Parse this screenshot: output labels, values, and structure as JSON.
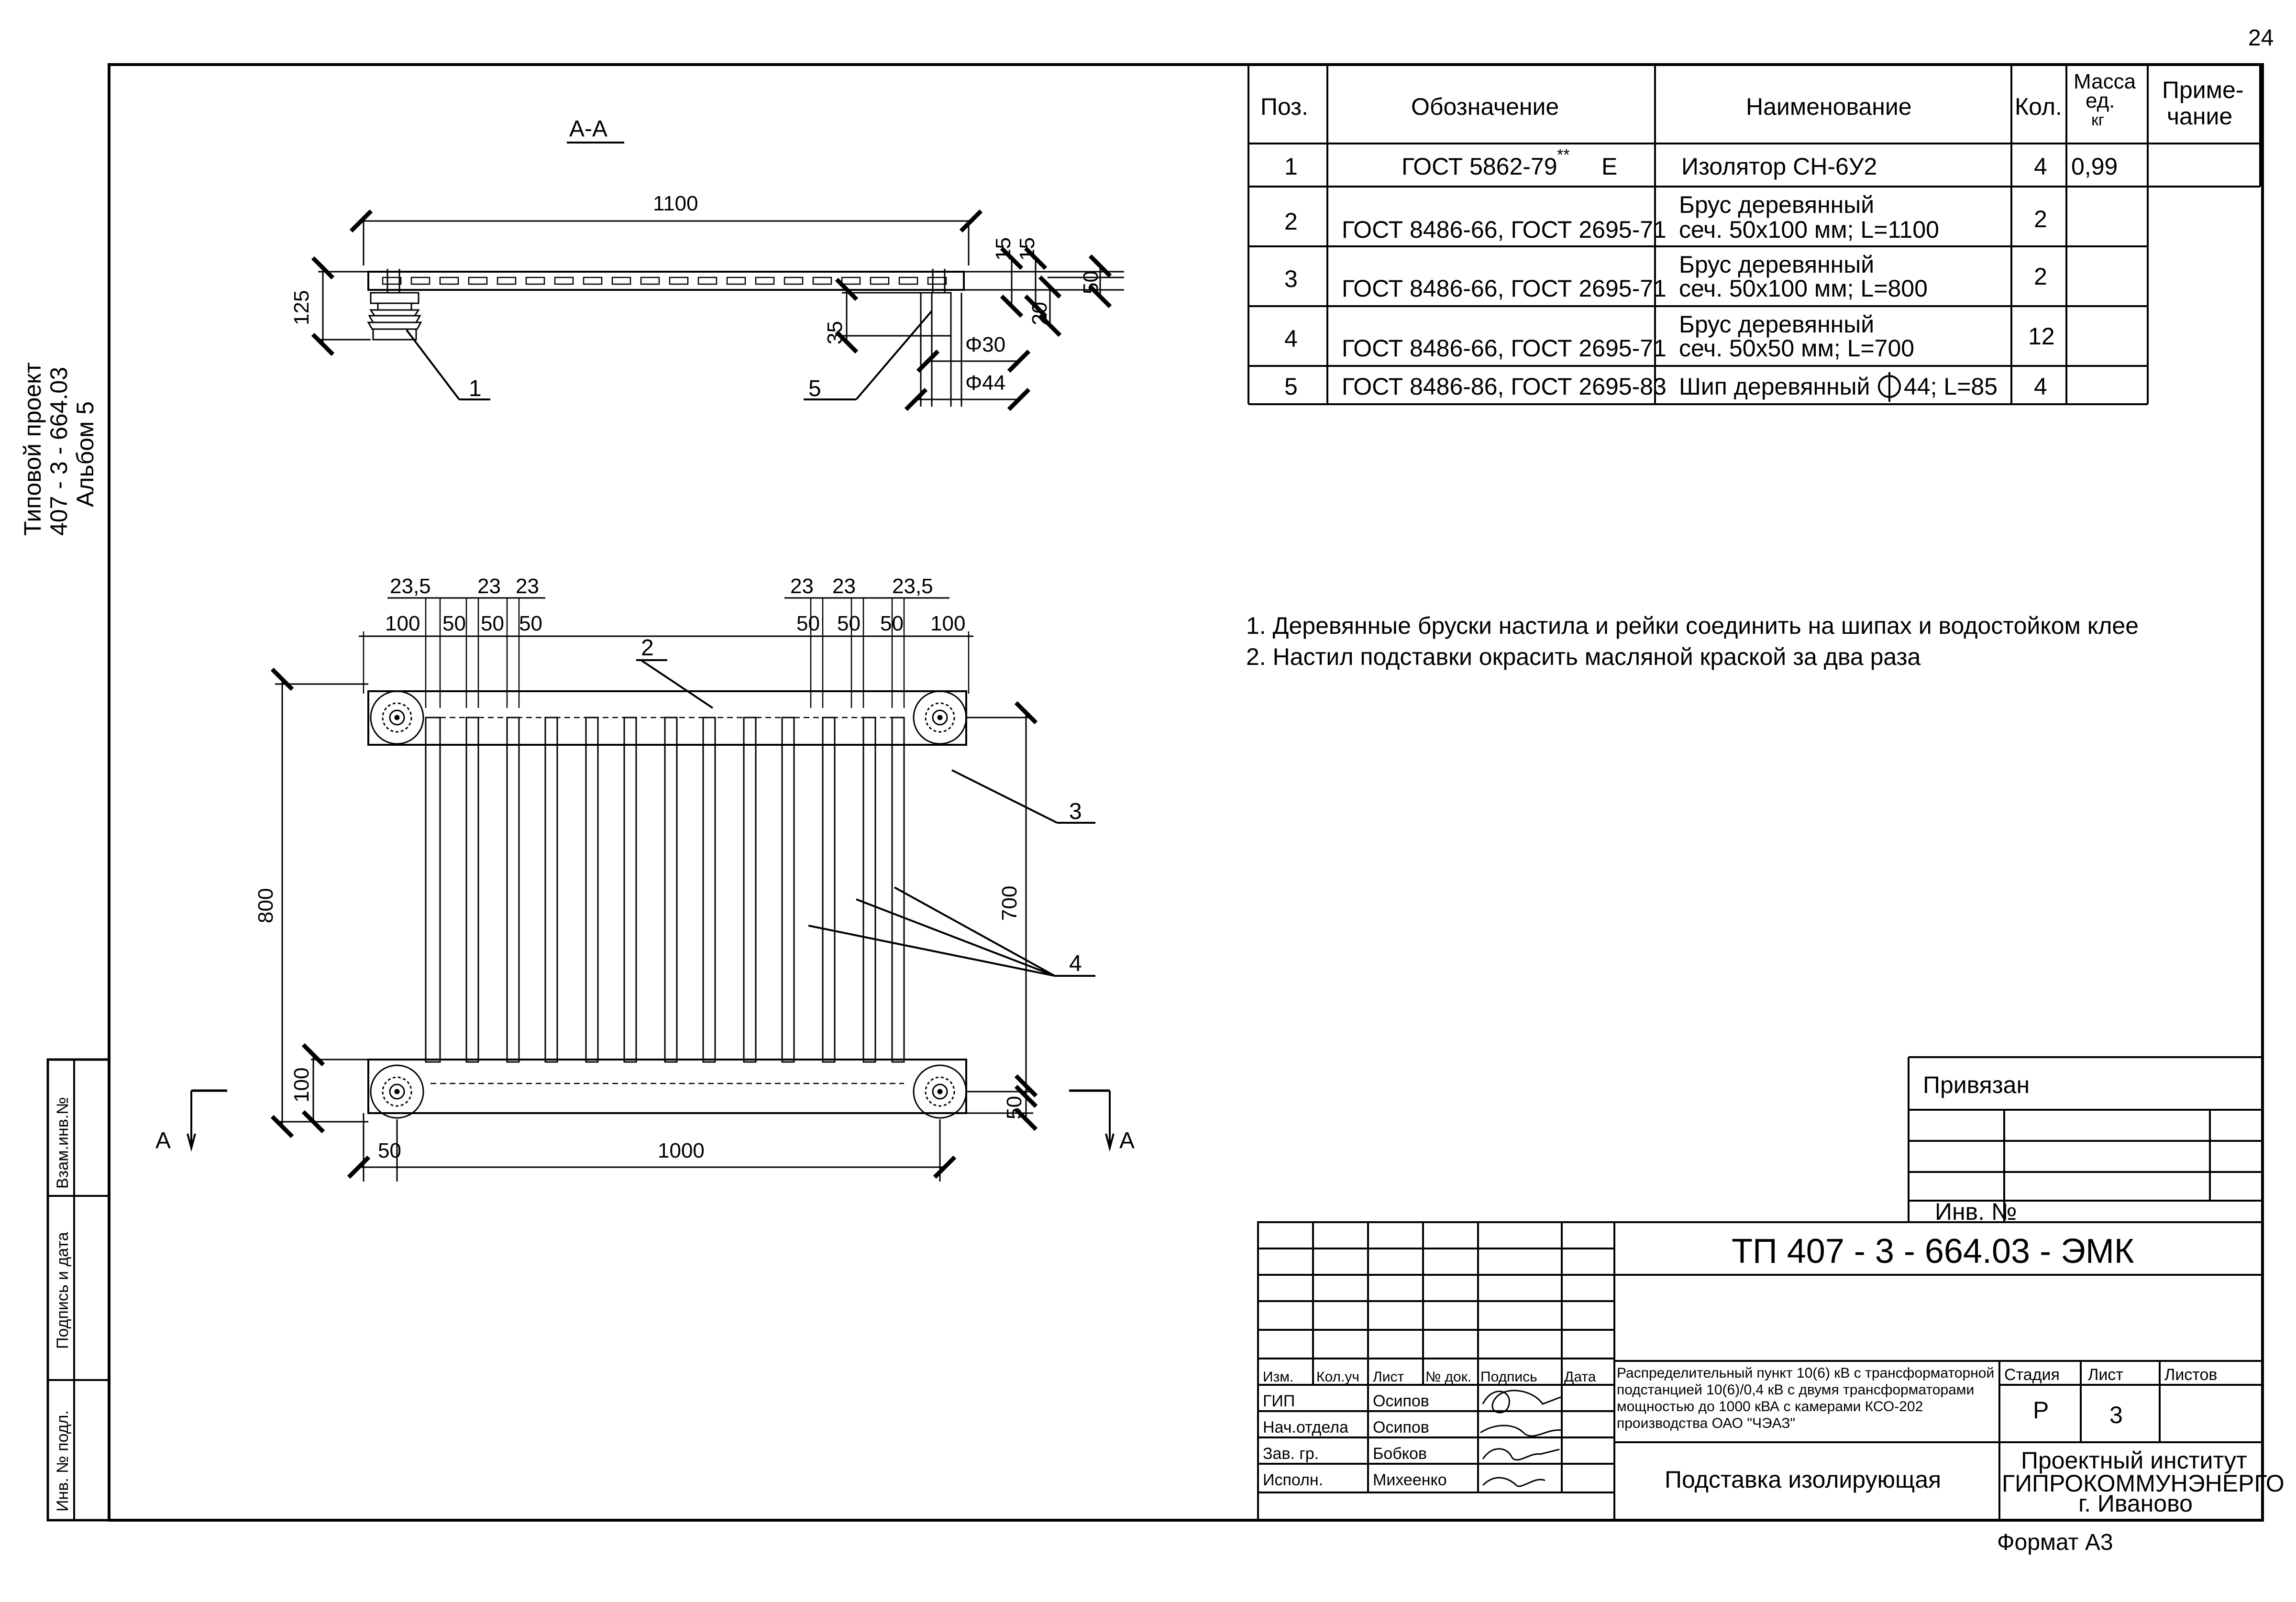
{
  "page_number": "24",
  "format_label": "Формат А3",
  "side_label": {
    "line1": "Типовой проект",
    "line2": "407 - 3 - 664.03",
    "line3": "Альбом 5"
  },
  "side_stamp": {
    "vzam": "Взам.инв.№",
    "podpis": "Подпись и дата",
    "inv_podl": "Инв. № подл."
  },
  "section": {
    "title": "А-А",
    "dim_1100": "1100",
    "dim_125": "125",
    "dim_15a": "15",
    "dim_15b": "15",
    "dim_50": "50",
    "dim_20": "20",
    "dim_35": "35",
    "dim_f30": "Φ30",
    "dim_f44": "Φ44",
    "callout_1": "1",
    "callout_5": "5"
  },
  "plan": {
    "top_dims_row1": [
      "23,5",
      "23",
      "23",
      "23",
      "23",
      "23,5"
    ],
    "top_dims_row2": [
      "100",
      "50",
      "50",
      "50",
      "50",
      "50",
      "50",
      "100"
    ],
    "dim_800": "800",
    "dim_700": "700",
    "dim_100": "100",
    "dim_50_right": "50",
    "dim_50_bottom": "50",
    "dim_1000": "1000",
    "callout_2": "2",
    "callout_3": "3",
    "callout_4": "4",
    "section_mark_left": "А",
    "section_mark_right": "А"
  },
  "spec_table": {
    "headers": [
      "Поз.",
      "Обозначение",
      "Наименование",
      "Кол.",
      "Масса ед. кг",
      "Приме- чание"
    ],
    "rows": [
      {
        "pos": "1",
        "code": "ГОСТ 5862-79",
        "code_sup": "**",
        "code_suffix": "Е",
        "name1": "Изолятор СН-6У2",
        "name2": "",
        "qty": "4",
        "mass": "0,99",
        "note": ""
      },
      {
        "pos": "2",
        "code": "ГОСТ 8486-66, ГОСТ 2695-71",
        "name1": "Брус деревянный",
        "name2": "сеч. 50х100 мм; L=1100",
        "qty": "2",
        "mass": "",
        "note": ""
      },
      {
        "pos": "3",
        "code": "ГОСТ 8486-66, ГОСТ 2695-71",
        "name1": "Брус деревянный",
        "name2": "сеч. 50х100 мм; L=800",
        "qty": "2",
        "mass": "",
        "note": ""
      },
      {
        "pos": "4",
        "code": "ГОСТ 8486-66, ГОСТ 2695-71",
        "name1": "Брус деревянный",
        "name2": "сеч. 50х50 мм; L=700",
        "qty": "12",
        "mass": "",
        "note": ""
      },
      {
        "pos": "5",
        "code": "ГОСТ 8486-86, ГОСТ 2695-83",
        "name1": "Шип деревянный",
        "name1_sym": "44; L=85",
        "name2": "",
        "qty": "4",
        "mass": "",
        "note": ""
      }
    ]
  },
  "notes": [
    "1. Деревянные бруски настила и рейки соединить на шипах и водостойком клее",
    "2. Настил подставки окрасить масляной краской за два раза"
  ],
  "privyazan": {
    "title": "Привязан",
    "inv_label": "Инв. №"
  },
  "title_block": {
    "doc_code": "ТП 407 - 3 - 664.03 - ЭМК",
    "col_headers": [
      "Изм.",
      "Кол.уч",
      "Лист",
      "№ док.",
      "Подпись",
      "Дата"
    ],
    "people": [
      {
        "role": "ГИП",
        "name": "Осипов"
      },
      {
        "role": "Нач.отдела",
        "name": "Осипов"
      },
      {
        "role": "Зав. гр.",
        "name": "Бобков"
      },
      {
        "role": "Исполн.",
        "name": "Михеенко"
      }
    ],
    "project_lines": [
      "Распределительный пункт 10(6) кВ с трансформаторной",
      "подстанцией 10(6)/0,4 кВ с двумя трансформаторами",
      "мощностью до 1000 кВА с камерами КСО-202",
      "производства ОАО \"ЧЭАЗ\""
    ],
    "stage_headers": [
      "Стадия",
      "Лист",
      "Листов"
    ],
    "stage": "Р",
    "sheet": "3",
    "sheets": "",
    "drawing_name": "Подставка изолирующая",
    "org_lines": [
      "Проектный институт",
      "ГИПРОКОММУНЭНЕРГО",
      "г. Иваново"
    ]
  }
}
